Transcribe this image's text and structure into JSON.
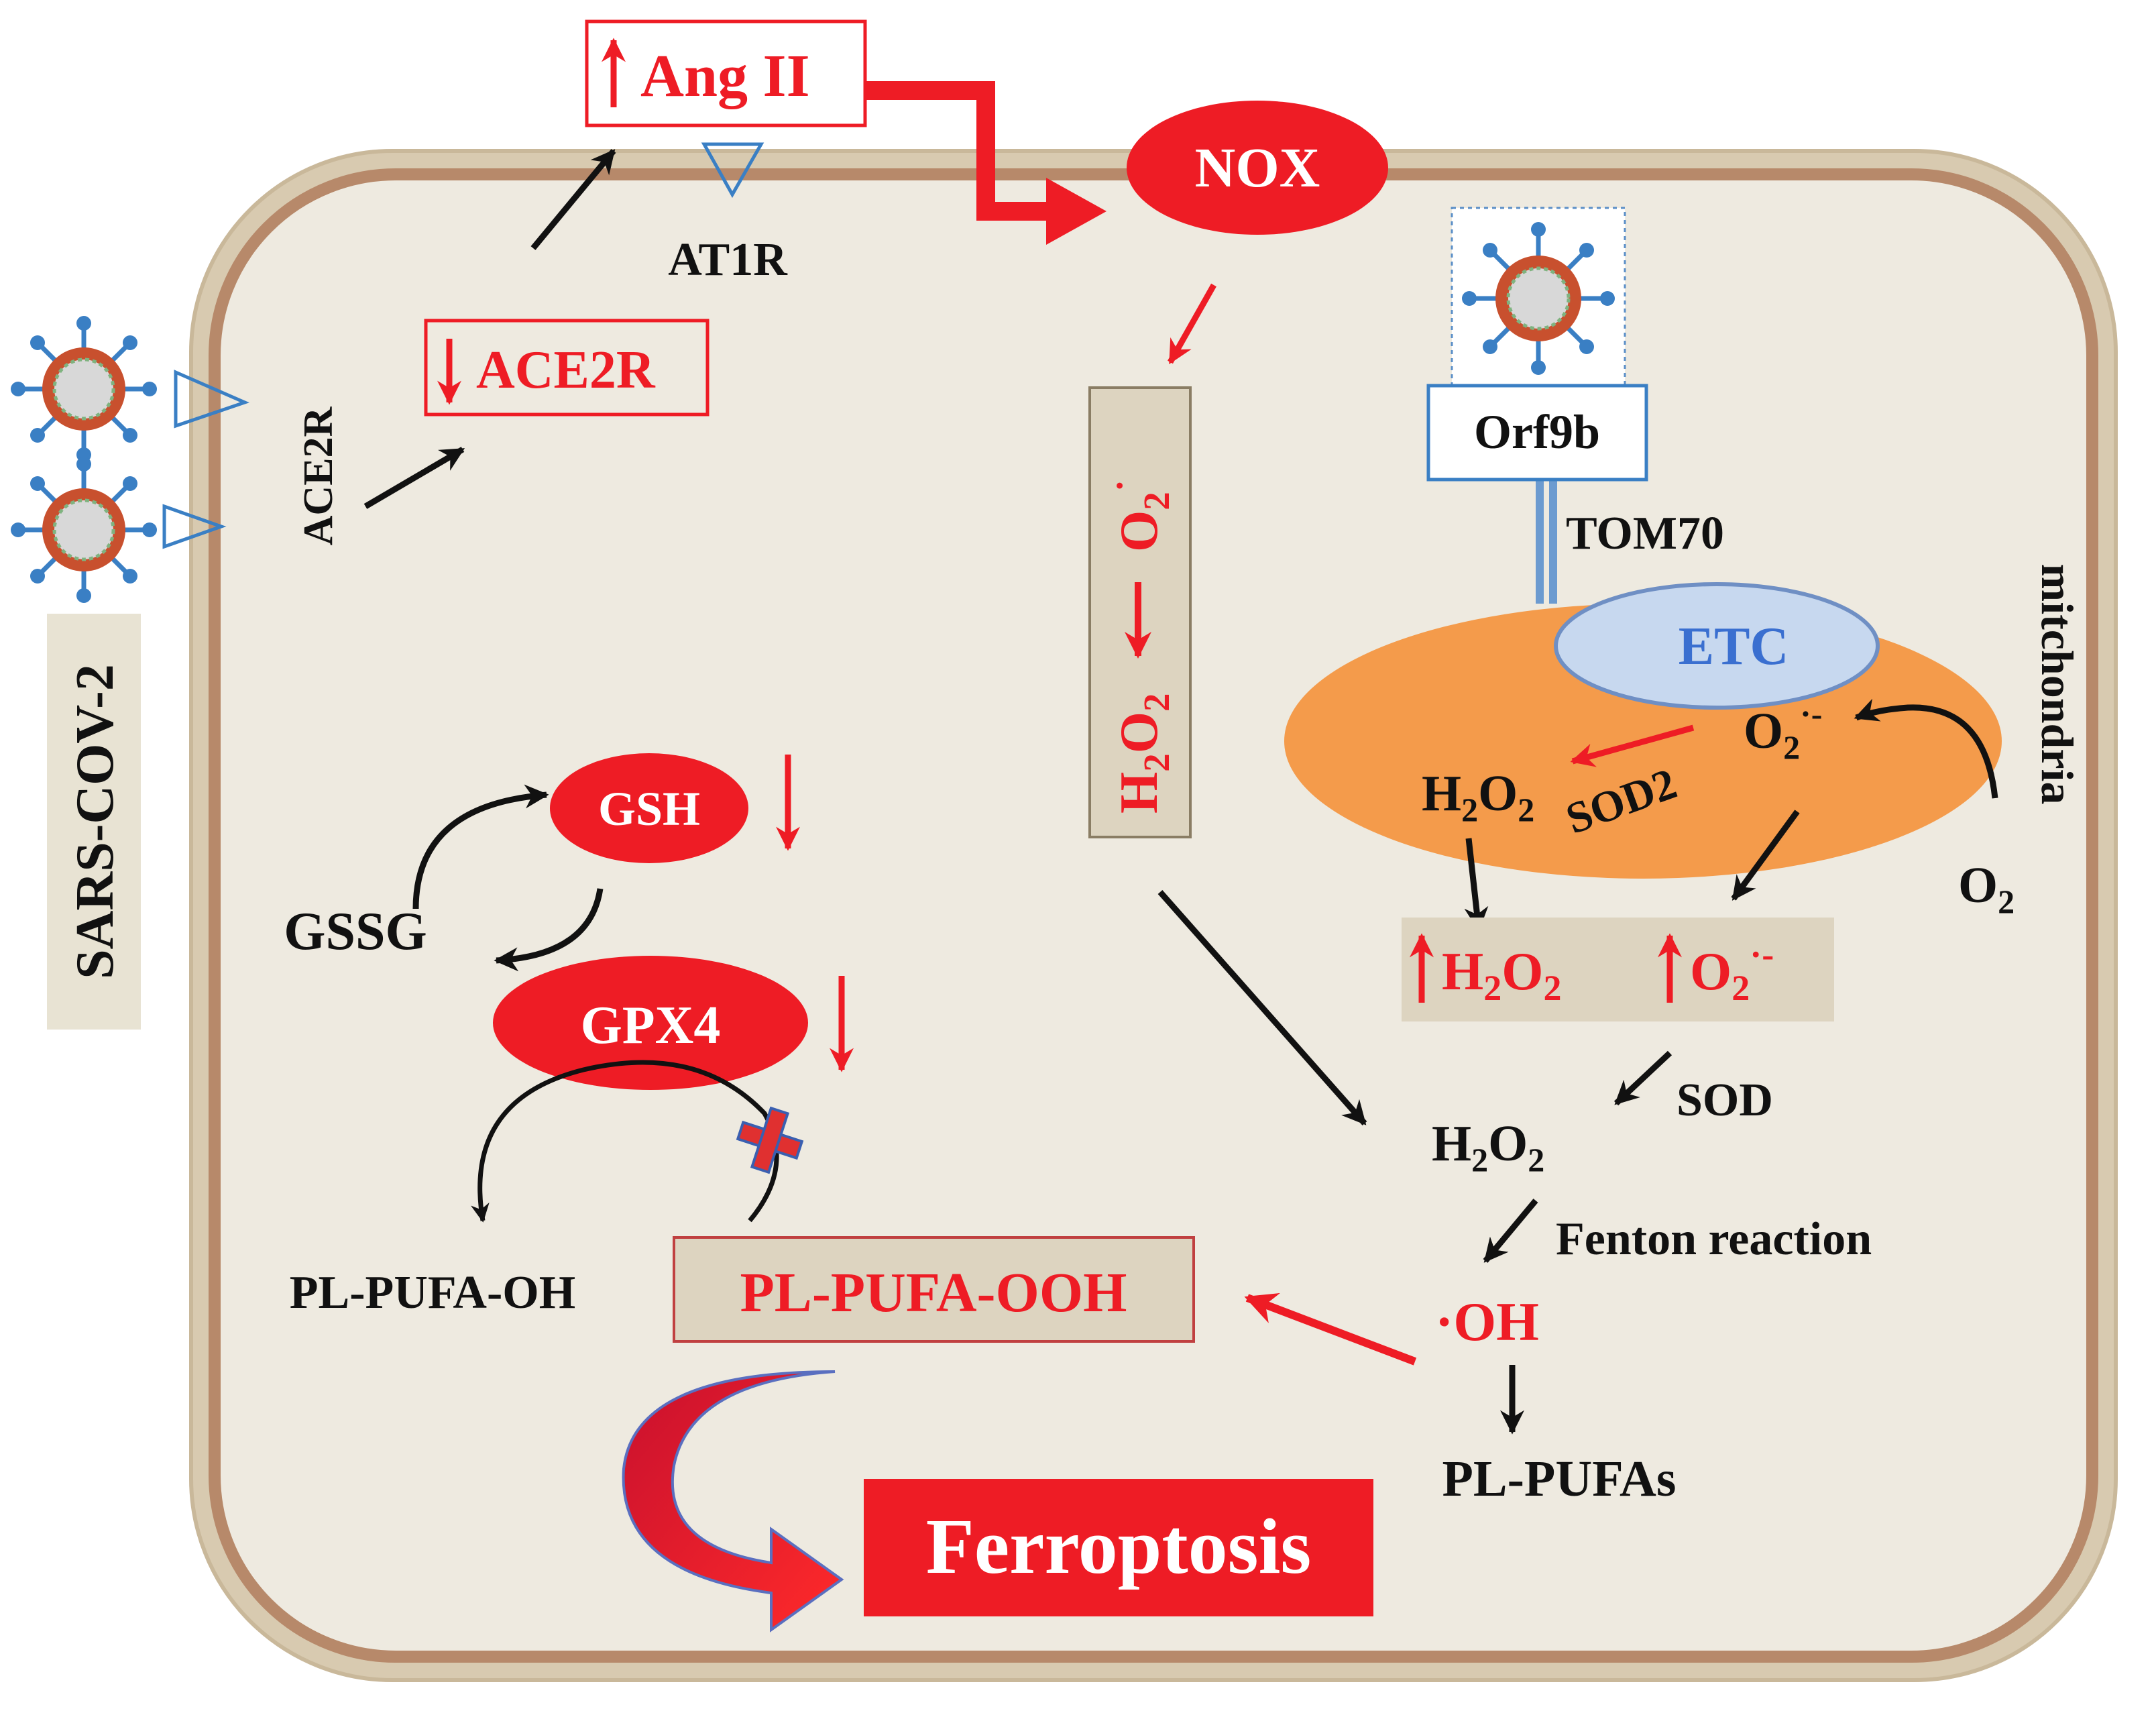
{
  "virus_label": "SARS-COV-2",
  "receptor_label": "ACE2R",
  "ace2r_down": "ACE2R",
  "angii": "Ang II",
  "at1r": "AT1R",
  "nox": "NOX",
  "ros_box": {
    "h2o2_main": "H",
    "h2o2_sub1": "2",
    "h2o2_o": "O",
    "h2o2_sub2": "2",
    "o2_main": "O",
    "o2_sub": "2",
    "o2_sup": "·"
  },
  "orf9b": "Orf9b",
  "tom70": "TOM70",
  "mitochondria": "mitchondria",
  "etc": "ETC",
  "sod2": "SOD2",
  "o2_outside": {
    "main": "O",
    "sub": "2"
  },
  "o2_radical": {
    "main": "O",
    "sub": "2",
    "sup": "·-"
  },
  "h2o2_mito": {
    "h": "H",
    "s1": "2",
    "o": "O",
    "s2": "2"
  },
  "increase_box": {
    "h2o2": "H2O2",
    "o2": "O2·-"
  },
  "sod": "SOD",
  "h2o2_cyt": {
    "h": "H",
    "s1": "2",
    "o": "O",
    "s2": "2"
  },
  "fenton": "Fenton reaction",
  "oh": "·OH",
  "plpufas": "PL-PUFAs",
  "plpufa_ooh": "PL-PUFA-OOH",
  "plpufa_oh": "PL-PUFA-OH",
  "gsh": "GSH",
  "gssg": "GSSG",
  "gpx4": "GPX4",
  "ferroptosis": "Ferroptosis",
  "colors": {
    "red": "#ee1c25",
    "black": "#111111",
    "cell_fill": "#eeeae0",
    "membrane": "#b7896a",
    "mito": "#f49b4b",
    "etc": "#c7d8ef",
    "etc_text": "#3a6fd0"
  }
}
